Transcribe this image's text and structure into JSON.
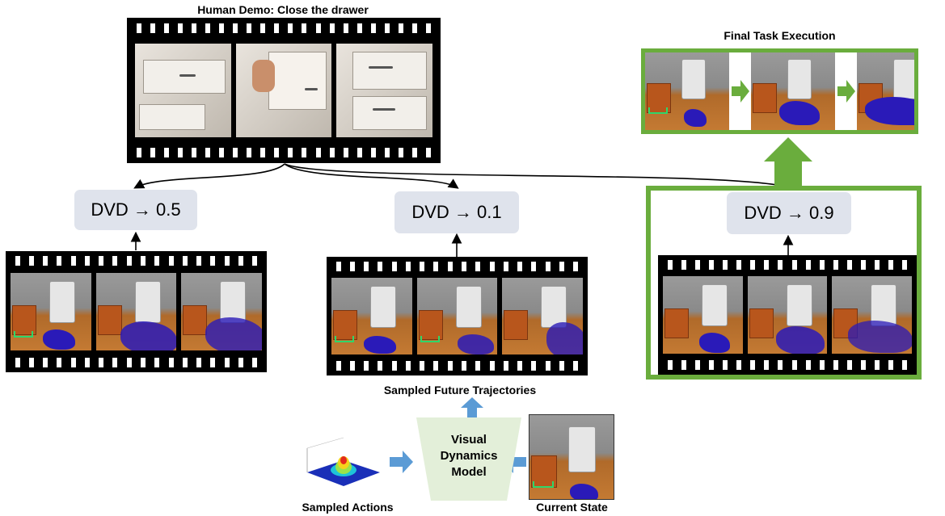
{
  "titles": {
    "human_demo": "Human Demo: Close the drawer",
    "final_task": "Final Task Execution",
    "sampled_future": "Sampled Future Trajectories",
    "sampled_actions": "Sampled Actions",
    "current_state": "Current State"
  },
  "model": {
    "line1": "Visual",
    "line2": "Dynamics",
    "line3": "Model"
  },
  "dvd_scores": [
    {
      "label": "DVD → 0.5"
    },
    {
      "label": "DVD → 0.1"
    },
    {
      "label": "DVD → 0.9"
    }
  ],
  "colors": {
    "highlight_green": "#6aad3d",
    "arrow_blue": "#5b9bd5",
    "dvd_box": "#dfe3ec",
    "model_box": "#e3efd9"
  }
}
